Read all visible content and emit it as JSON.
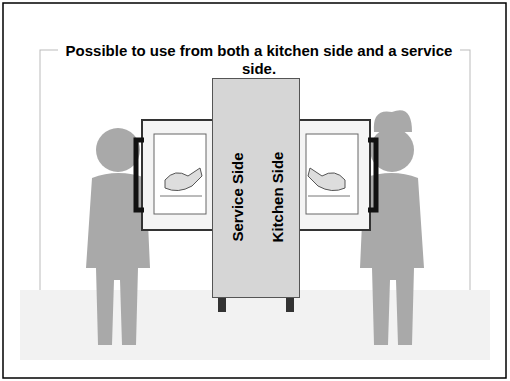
{
  "diagram": {
    "title": "Possible to use from both a kitchen side and a service side.",
    "nodes": [
      {
        "text": [
          "Service Side",
          "Kitchen Side"
        ]
      }
    ]
  }
}
